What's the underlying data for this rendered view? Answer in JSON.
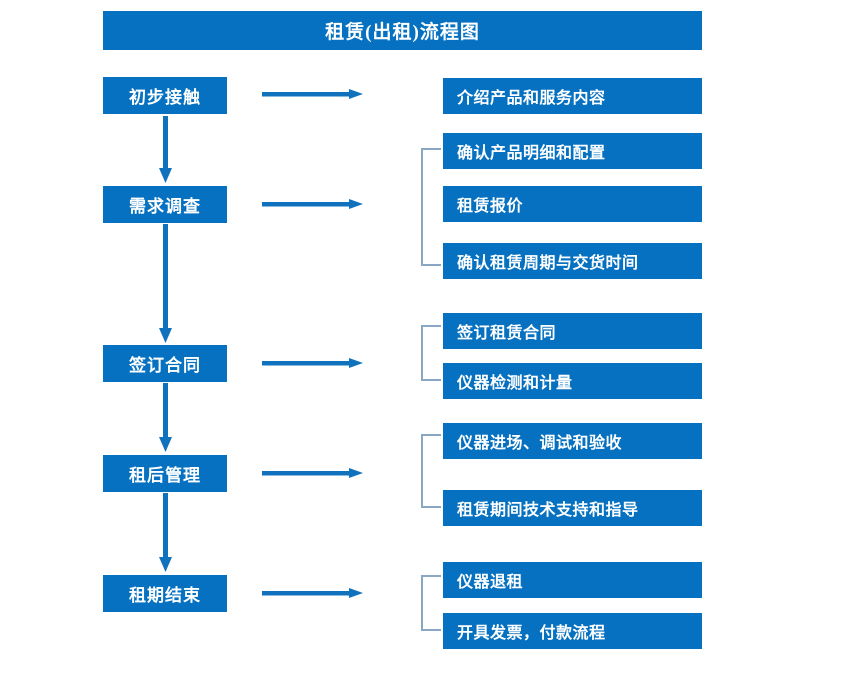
{
  "header": {
    "title": "租赁(出租)流程图"
  },
  "colors": {
    "box_fill": "#0571c0",
    "box_text": "#ffffff",
    "arrow": "#1072bd",
    "bracket": "#8aa8c4",
    "background": "#ffffff"
  },
  "flow": {
    "stages": [
      {
        "label": "初步接触"
      },
      {
        "label": "需求调查"
      },
      {
        "label": "签订合同"
      },
      {
        "label": "租后管理"
      },
      {
        "label": "租期结束"
      }
    ],
    "details": [
      {
        "label": "介绍产品和服务内容"
      },
      {
        "label": "确认产品明细和配置"
      },
      {
        "label": "租赁报价"
      },
      {
        "label": "确认租赁周期与交货时间"
      },
      {
        "label": "签订租赁合同"
      },
      {
        "label": "仪器检测和计量"
      },
      {
        "label": "仪器进场、调试和验收"
      },
      {
        "label": "租赁期间技术支持和指导"
      },
      {
        "label": "仪器退租"
      },
      {
        "label": "开具发票，付款流程"
      }
    ],
    "groups": [
      {
        "stage": "需求调查",
        "members": [
          "确认产品明细和配置",
          "租赁报价",
          "确认租赁周期与交货时间"
        ]
      },
      {
        "stage": "签订合同",
        "members": [
          "签订租赁合同",
          "仪器检测和计量"
        ]
      },
      {
        "stage": "租后管理",
        "members": [
          "仪器进场、调试和验收",
          "租赁期间技术支持和指导"
        ]
      },
      {
        "stage": "租期结束",
        "members": [
          "仪器退租",
          "开具发票，付款流程"
        ]
      }
    ],
    "connectors": {
      "right_arrow_count": 5,
      "down_arrow_count": 4
    }
  }
}
